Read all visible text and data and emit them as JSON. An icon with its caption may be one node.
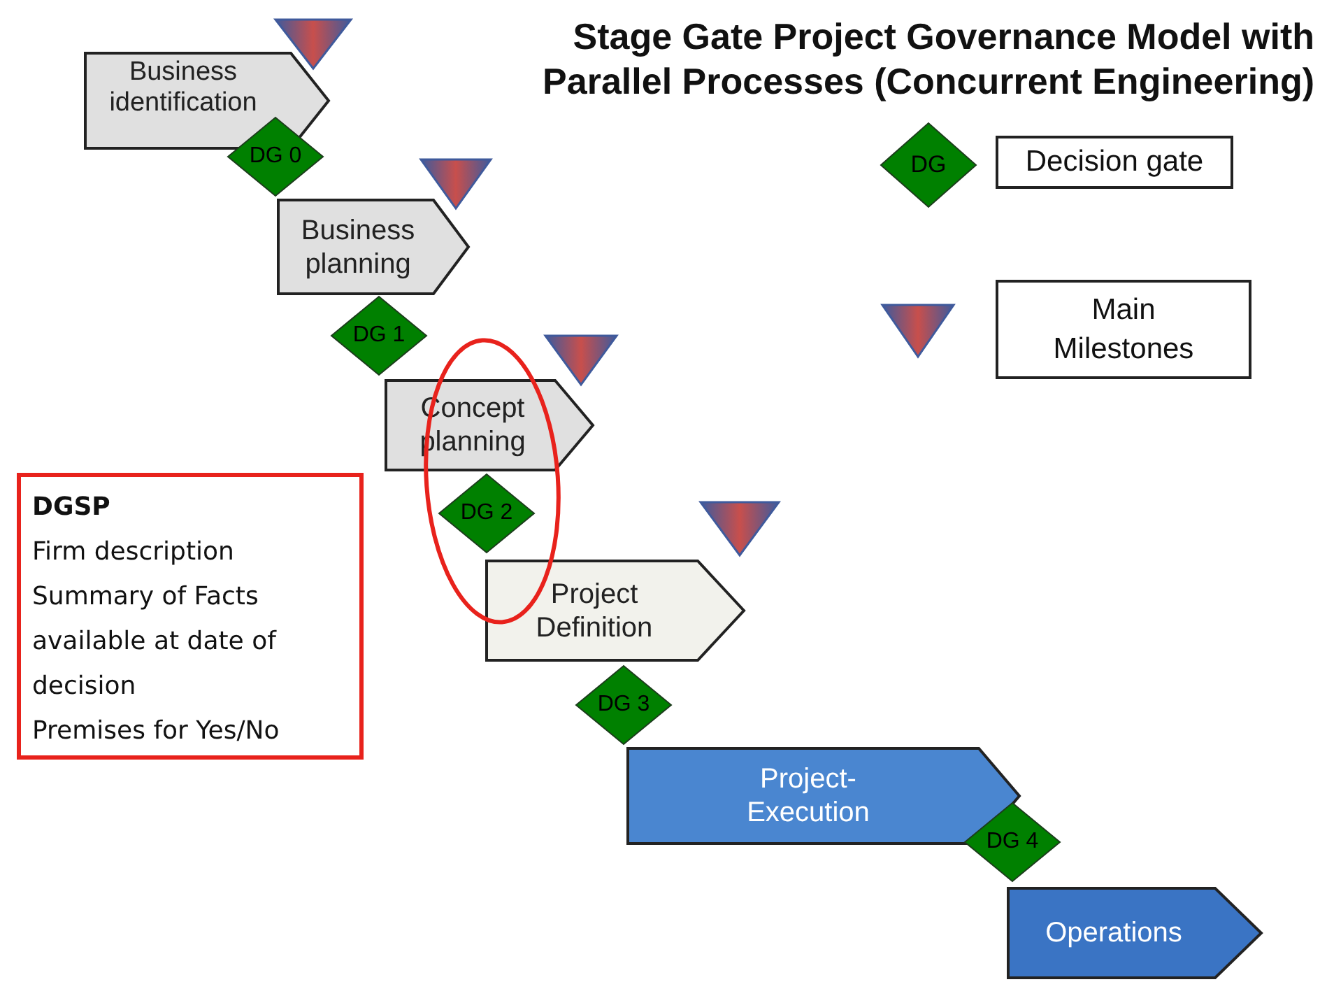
{
  "diagram": {
    "title": "Stage Gate Project Governance Model with Parallel Processes (Concurrent Engineering)",
    "nodes": [
      {
        "text": [
          "Business identification"
        ]
      },
      {
        "text": [
          "DG 0"
        ]
      },
      {
        "text": [],
        "shape": "triangle"
      },
      {
        "text": [
          "Business planning"
        ]
      },
      {
        "text": [
          "DG 1"
        ]
      },
      {
        "text": [],
        "shape": "triangle"
      },
      {
        "text": [
          "Concept planning"
        ]
      },
      {
        "text": [
          "DG 2"
        ]
      },
      {
        "text": [],
        "shape": "triangle"
      },
      {
        "text": [
          "Project Definition"
        ]
      },
      {
        "text": [
          "DG 3"
        ]
      },
      {
        "text": [],
        "shape": "triangle"
      },
      {
        "text": [
          "Project- Execution"
        ]
      },
      {
        "text": [
          "DG 4"
        ]
      },
      {
        "text": [
          "Operations"
        ]
      },
      {
        "text": [
          "DGSP",
          "Firm description",
          "Summary of Facts available at date of decision",
          "Premises for  Yes/No"
        ]
      }
    ],
    "edges": [],
    "labels": [
      "DG"
    ],
    "legend": [
      {
        "text": "Decision gate"
      },
      {
        "text": "Main Milestones"
      }
    ]
  }
}
